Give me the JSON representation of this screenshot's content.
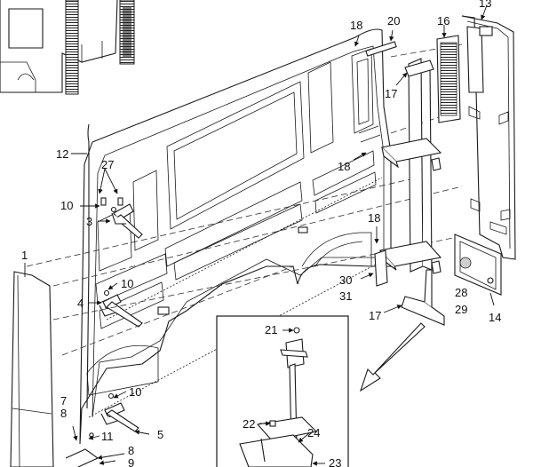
{
  "labels": {
    "p1": "1",
    "p3": "3",
    "p4": "4",
    "p5": "5",
    "p7": "7",
    "p8a": "8",
    "p8b": "8",
    "p9": "9",
    "p10a": "10",
    "p10b": "10",
    "p10c": "10",
    "p11": "11",
    "p12": "12",
    "p13": "13",
    "p14": "14",
    "p16": "16",
    "p17a": "17",
    "p17b": "17",
    "p18a": "18",
    "p18b": "18",
    "p18c": "18",
    "p20": "20",
    "p21": "21",
    "p22": "22",
    "p23": "23",
    "p24": "24",
    "p27": "27",
    "p28": "28",
    "p29": "29",
    "p30": "30",
    "p31": "31"
  }
}
